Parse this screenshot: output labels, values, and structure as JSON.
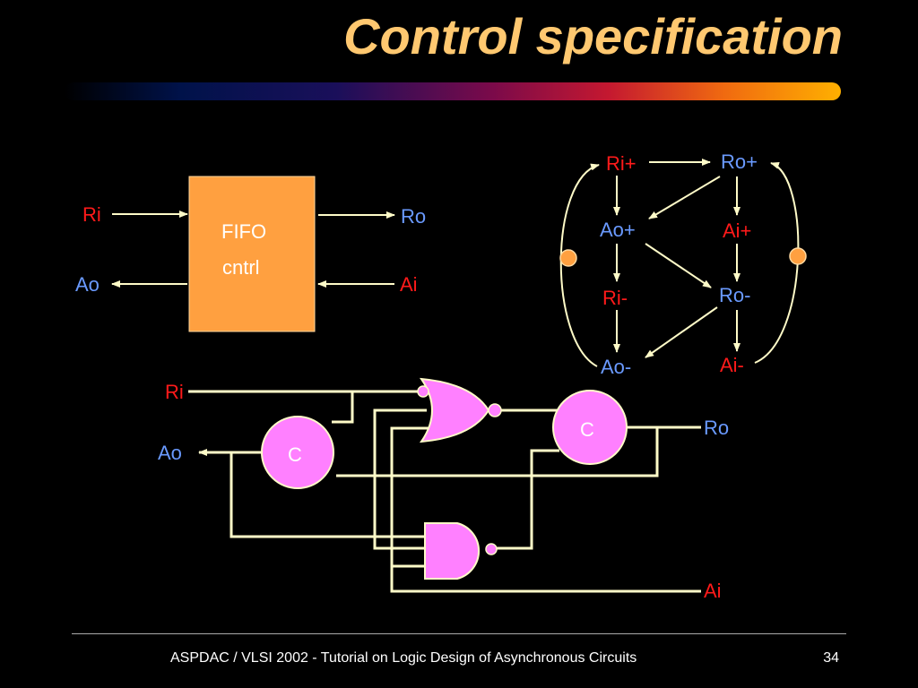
{
  "slide": {
    "title": "Control specification",
    "footer": "ASPDAC / VLSI 2002 - Tutorial on Logic Design of Asynchronous Circuits",
    "page_number": "34"
  },
  "block": {
    "label_line1": "FIFO",
    "label_line2": "cntrl",
    "ri": "Ri",
    "ao": "Ao",
    "ro": "Ro",
    "ai": "Ai"
  },
  "stg": {
    "ri_plus": "Ri+",
    "ro_plus": "Ro+",
    "ao_plus": "Ao+",
    "ai_plus": "Ai+",
    "ri_minus": "Ri-",
    "ro_minus": "Ro-",
    "ao_minus": "Ao-",
    "ai_minus": "Ai-"
  },
  "circuit": {
    "ri": "Ri",
    "ao": "Ao",
    "ro": "Ro",
    "ai": "Ai",
    "c_element_left": "C",
    "c_element_right": "C"
  },
  "colors": {
    "title": "#ffc870",
    "block_fill": "#ffa040",
    "gate_fill": "#ff80ff",
    "wire": "#fffbc8",
    "token": "#ffa040",
    "red_label": "#ff1a1a",
    "blue_label": "#6a9aff"
  }
}
